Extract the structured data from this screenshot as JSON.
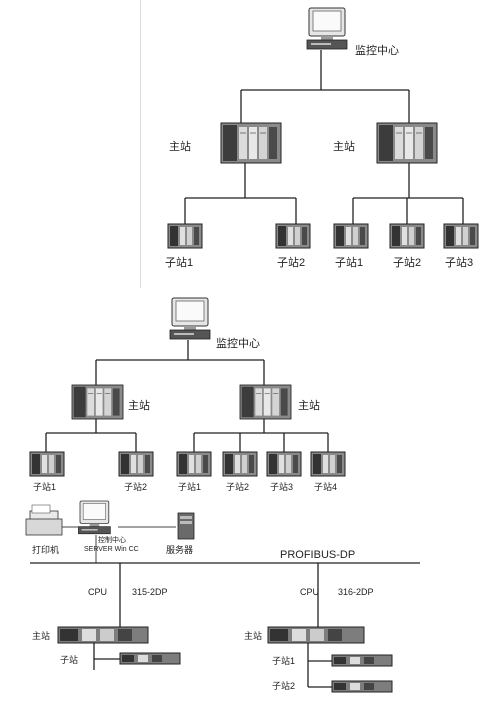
{
  "panel1": {
    "monitor_label": "监控中心",
    "master_left": "主站",
    "master_right": "主站",
    "sub_left_1": "子站1",
    "sub_left_2": "子站2",
    "sub_right_1": "子站1",
    "sub_right_2": "子站2",
    "sub_right_3": "子站3"
  },
  "panel2": {
    "monitor_label": "监控中心",
    "master_left": "主站",
    "master_right": "主站",
    "sub_left_1": "子站1",
    "sub_left_2": "子站2",
    "sub_right_1": "子站1",
    "sub_right_2": "子站2",
    "sub_right_3": "子站3",
    "sub_right_4": "子站4"
  },
  "panel3": {
    "printer_label": "打印机",
    "control_label": "控制中心",
    "server_sub": "SERVER Win CC",
    "server_label": "服务器",
    "bus_label": "PROFIBUS-DP",
    "cpu_left": "CPU",
    "cpu_left_model": "315-2DP",
    "cpu_right": "CPU",
    "cpu_right_model": "316-2DP",
    "master_left": "主站",
    "sub_left": "子站",
    "master_right": "主站",
    "sub_right_1": "子站1",
    "sub_right_2": "子站2"
  }
}
